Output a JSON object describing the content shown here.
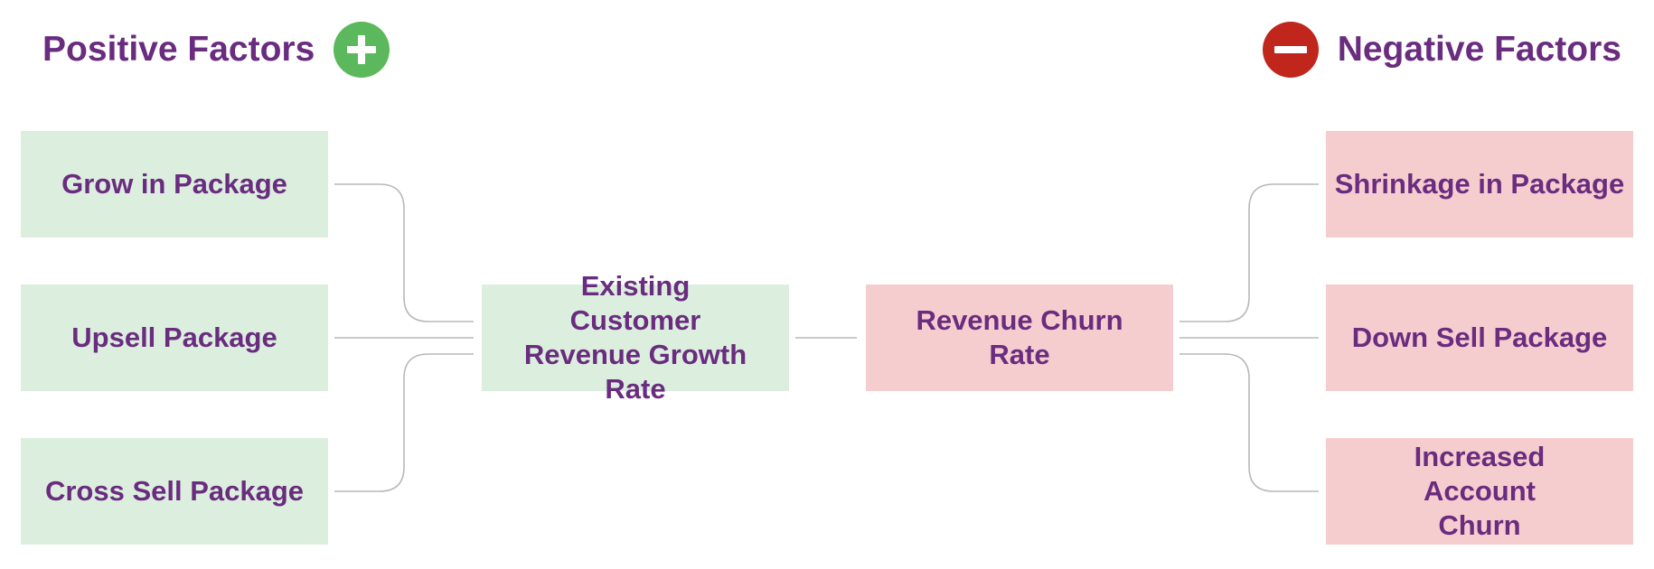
{
  "positive": {
    "title": "Positive Factors",
    "icon": "plus-circle-icon",
    "color": "#5cb85c"
  },
  "negative": {
    "title": "Negative Factors",
    "icon": "minus-circle-icon",
    "color": "#c0261c"
  },
  "text_color": "#6a2c7f",
  "positive_box_color": "#dcefdf",
  "negative_box_color": "#f6cdcf",
  "connector_color": "#b8b8b8",
  "nodes": {
    "grow_in_package": "Grow in Package",
    "upsell_package": "Upsell Package",
    "cross_sell_package": "Cross Sell Package",
    "existing_customer_revenue_growth_rate": "Existing Customer Revenue Growth Rate",
    "revenue_churn_rate": "Revenue Churn Rate",
    "shrinkage_in_package": "Shrinkage in Package",
    "down_sell_package": "Down Sell Package",
    "increased_account_churn": "Increased Account Churn"
  }
}
